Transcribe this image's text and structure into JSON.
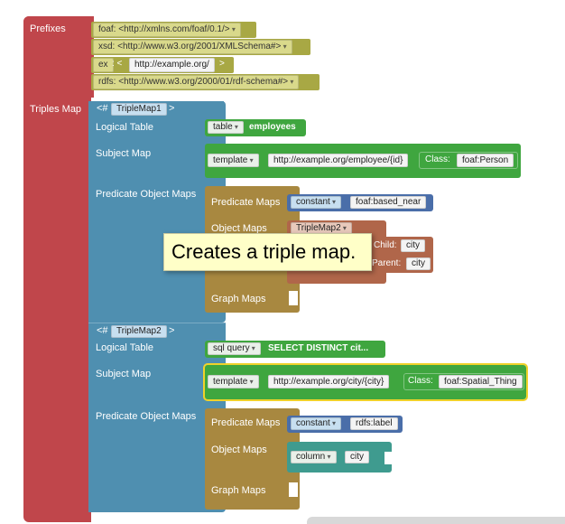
{
  "prefixes": {
    "label": "Prefixes",
    "items": [
      {
        "text": "foaf: <http://xmlns.com/foaf/0.1/>"
      },
      {
        "text": "xsd: <http://www.w3.org/2001/XMLSchema#>"
      },
      {
        "prefix": "ex",
        "sep": ": <",
        "value": "http://example.org/",
        "end": ">"
      },
      {
        "text": "rdfs: <http://www.w3.org/2000/01/rdf-schema#>"
      }
    ]
  },
  "triples_map": {
    "label": "Triples Map",
    "maps": [
      {
        "id_prefix": "<#",
        "id": "TripleMap1",
        "id_suffix": ">",
        "logical_table_label": "Logical Table",
        "logical_table_type": "table",
        "logical_table_value": "employees",
        "subject_map_label": "Subject Map",
        "subject_type": "template",
        "subject_value": "http://example.org/employee/{id}",
        "class_label": "Class:",
        "class_value": "foaf:Person",
        "pom_label": "Predicate Object Maps",
        "predicate_maps_label": "Predicate Maps",
        "predicate_type": "constant",
        "predicate_value": "foaf:based_near",
        "object_maps_label": "Object Maps",
        "object_ref": "TripleMap2",
        "child_label": "Child:",
        "child_value": "city",
        "parent_label": "Parent:",
        "parent_value": "city",
        "graph_maps_label": "Graph Maps"
      },
      {
        "id_prefix": "<#",
        "id": "TripleMap2",
        "id_suffix": ">",
        "logical_table_label": "Logical Table",
        "logical_table_type": "sql query",
        "logical_table_value": "SELECT  DISTINCT cit...",
        "subject_map_label": "Subject Map",
        "subject_type": "template",
        "subject_value": "http://example.org/city/{city}",
        "class_label": "Class:",
        "class_value": "foaf:Spatial_Thing",
        "pom_label": "Predicate Object Maps",
        "predicate_maps_label": "Predicate Maps",
        "predicate_type": "constant",
        "predicate_value": "rdfs:label",
        "object_maps_label": "Object Maps",
        "object_type": "column",
        "object_value": "city",
        "graph_maps_label": "Graph Maps"
      }
    ]
  },
  "tooltip": "Creates a triple map.",
  "colors": {
    "root": "#c0464b",
    "prefix": "#a8a844",
    "triple_map": "#4f8fb0",
    "map_value": "#3fa63f",
    "pom": "#a88840",
    "join": "#b0664a",
    "constant": "#4a6ea9",
    "column": "#3f9b8f",
    "selection_outline": "#f0d22a"
  }
}
